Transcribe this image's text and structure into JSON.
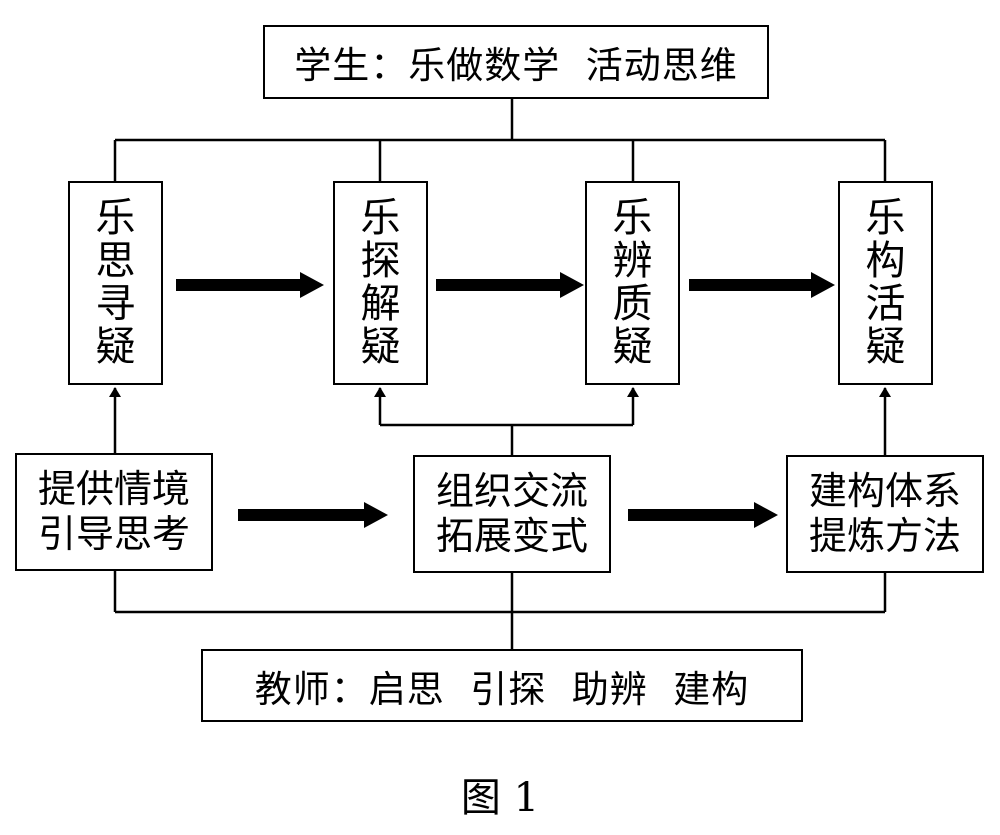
{
  "student_box": "学生：乐做数学  活动思维",
  "stages": [
    "乐思寻疑",
    "乐探解疑",
    "乐辨质疑",
    "乐构活疑"
  ],
  "teacher_steps": [
    {
      "line1": "提供情境",
      "line2": "引导思考"
    },
    {
      "line1": "组织交流",
      "line2": "拓展变式"
    },
    {
      "line1": "建构体系",
      "line2": "提炼方法"
    }
  ],
  "teacher_box": "教师：启思  引探  助辨  建构",
  "caption": "图 1"
}
